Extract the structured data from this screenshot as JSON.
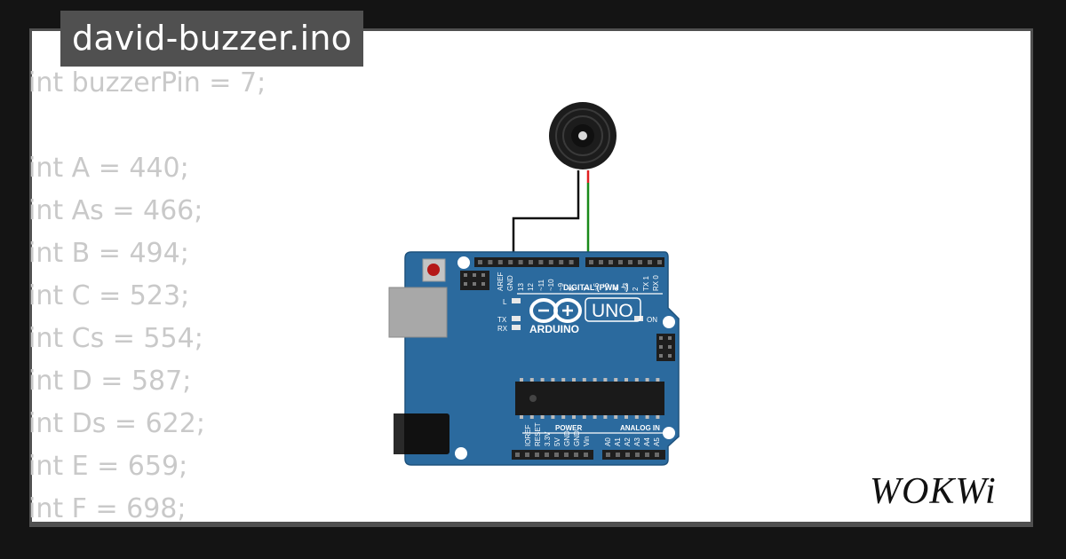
{
  "window": {
    "title": "david-buzzer.ino"
  },
  "code_lines": [
    "int buzzerPin = 7;",
    "",
    "int A = 440;",
    "int As = 466;",
    "int B = 494;",
    "int C = 523;",
    "int Cs = 554;",
    "int D = 587;",
    "int Ds = 622;",
    "int E = 659;",
    "int F = 698;"
  ],
  "board": {
    "model": "UNO",
    "brand": "ARDUINO",
    "digital_header_label": "DIGITAL (PWM ~)",
    "power_label": "POWER",
    "analog_label": "ANALOG IN",
    "led_labels": [
      "L",
      "TX",
      "RX",
      "ON"
    ],
    "digital_pin_labels": [
      "AREF",
      "GND",
      "13",
      "12",
      "~11",
      "~10",
      "~9",
      "8",
      "7",
      "~6",
      "~5",
      "4",
      "~3",
      "2",
      "TX 1",
      "RX 0"
    ],
    "power_pin_labels": [
      "IOREF",
      "RESET",
      "3.3V",
      "5V",
      "GND",
      "GND",
      "Vin"
    ],
    "analog_pin_labels": [
      "A0",
      "A1",
      "A2",
      "A3",
      "A4",
      "A5"
    ],
    "board_color": "#2b6a9e"
  },
  "buzzer": {
    "icon": "buzzer-icon"
  },
  "wires": {
    "gnd_color": "#000000",
    "signal_color": "#1a8a1a",
    "lead_color": "#e02020"
  },
  "brand_logo": "WOKWi"
}
